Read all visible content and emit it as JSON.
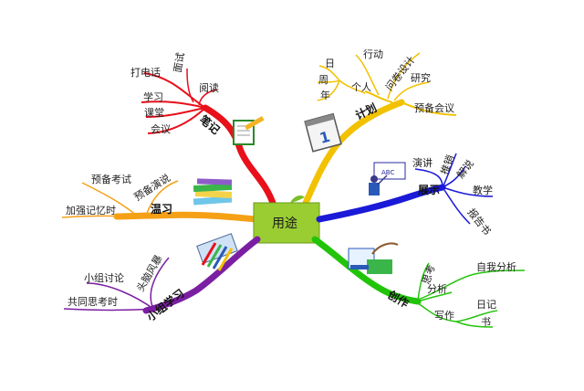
{
  "center": {
    "label": "用途",
    "fill": "#9acd32"
  },
  "branches": {
    "notes": {
      "label": "笔记",
      "color": "#e8101a",
      "items": {
        "phone": "打电话",
        "interview": "面试",
        "reading": "阅读",
        "study": "学习",
        "classroom": "课堂",
        "meeting": "会议"
      }
    },
    "plan": {
      "label": "计划",
      "color": "#f2c100",
      "items": {
        "day": "日",
        "week": "周",
        "year": "年",
        "personal": "个人",
        "action": "行动",
        "questionnaire": "问卷设计",
        "research": "研究",
        "prep_meeting": "预备会议"
      }
    },
    "review": {
      "label": "温习",
      "color": "#f5a015",
      "items": {
        "exam": "预备考试",
        "speech": "预备演说",
        "memory": "加强记忆时"
      }
    },
    "present": {
      "label": "展示",
      "color": "#1a1ad8",
      "items": {
        "lecture": "演讲",
        "promote": "推销",
        "explain": "解说",
        "teaching": "教学",
        "report": "报告书"
      }
    },
    "group": {
      "label": "小组学习",
      "color": "#7b1fa2",
      "items": {
        "discussion": "小组讨论",
        "brainstorm": "头脑风暴",
        "think": "共同思考时"
      }
    },
    "create": {
      "label": "创作",
      "color": "#22c40a",
      "items": {
        "thinking": "思考",
        "self_analysis": "自我分析",
        "analysis": "分析",
        "writing": "写作",
        "diary": "日记",
        "book": "书"
      }
    }
  }
}
